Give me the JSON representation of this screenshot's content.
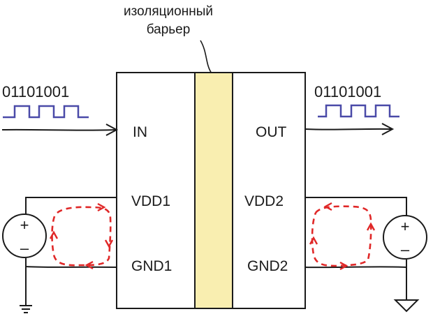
{
  "barrier_label": {
    "line1": "изоляционный",
    "line2": "барьер"
  },
  "input_side": {
    "bits": "01101001",
    "pin_in": "IN",
    "pin_vdd": "VDD1",
    "pin_gnd": "GND1"
  },
  "output_side": {
    "bits": "01101001",
    "pin_out": "OUT",
    "pin_vdd": "VDD2",
    "pin_gnd": "GND2"
  },
  "supply_symbols": {
    "plus": "+",
    "minus": "–"
  },
  "colors": {
    "barrier_fill": "#f9eeb0",
    "signal_wave": "#4a4aa8",
    "current_loop": "#e02828",
    "line": "#1a1a1a"
  },
  "icons": [
    "voltage-source-icon",
    "ground-icon",
    "arrow-icon",
    "dashed-current-loop-icon",
    "digital-waveform-icon"
  ]
}
